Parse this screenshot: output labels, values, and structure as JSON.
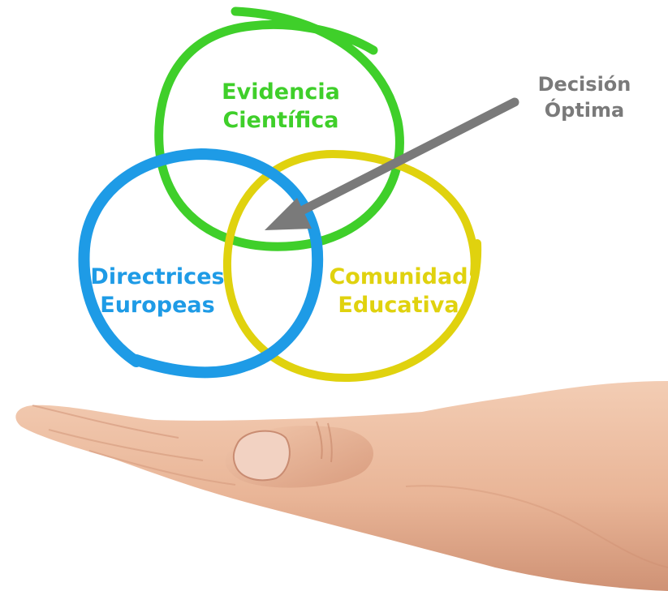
{
  "diagram": {
    "circles": [
      {
        "id": "evidencia",
        "lines": [
          "Evidencia",
          "Científica"
        ],
        "color": "#3fcf2a"
      },
      {
        "id": "directrices",
        "lines": [
          "Directrices",
          "Europeas"
        ],
        "color": "#1e9be6"
      },
      {
        "id": "comunidad",
        "lines": [
          "Comunidad",
          "Educativa"
        ],
        "color": "#e0d20e"
      }
    ],
    "pointer": {
      "lines": [
        "Decisión",
        "Óptima"
      ],
      "color": "#7a7a7a"
    }
  },
  "illustration": {
    "hand_icon": "open-palm-hand-icon",
    "skin_color": "#eab99b"
  }
}
